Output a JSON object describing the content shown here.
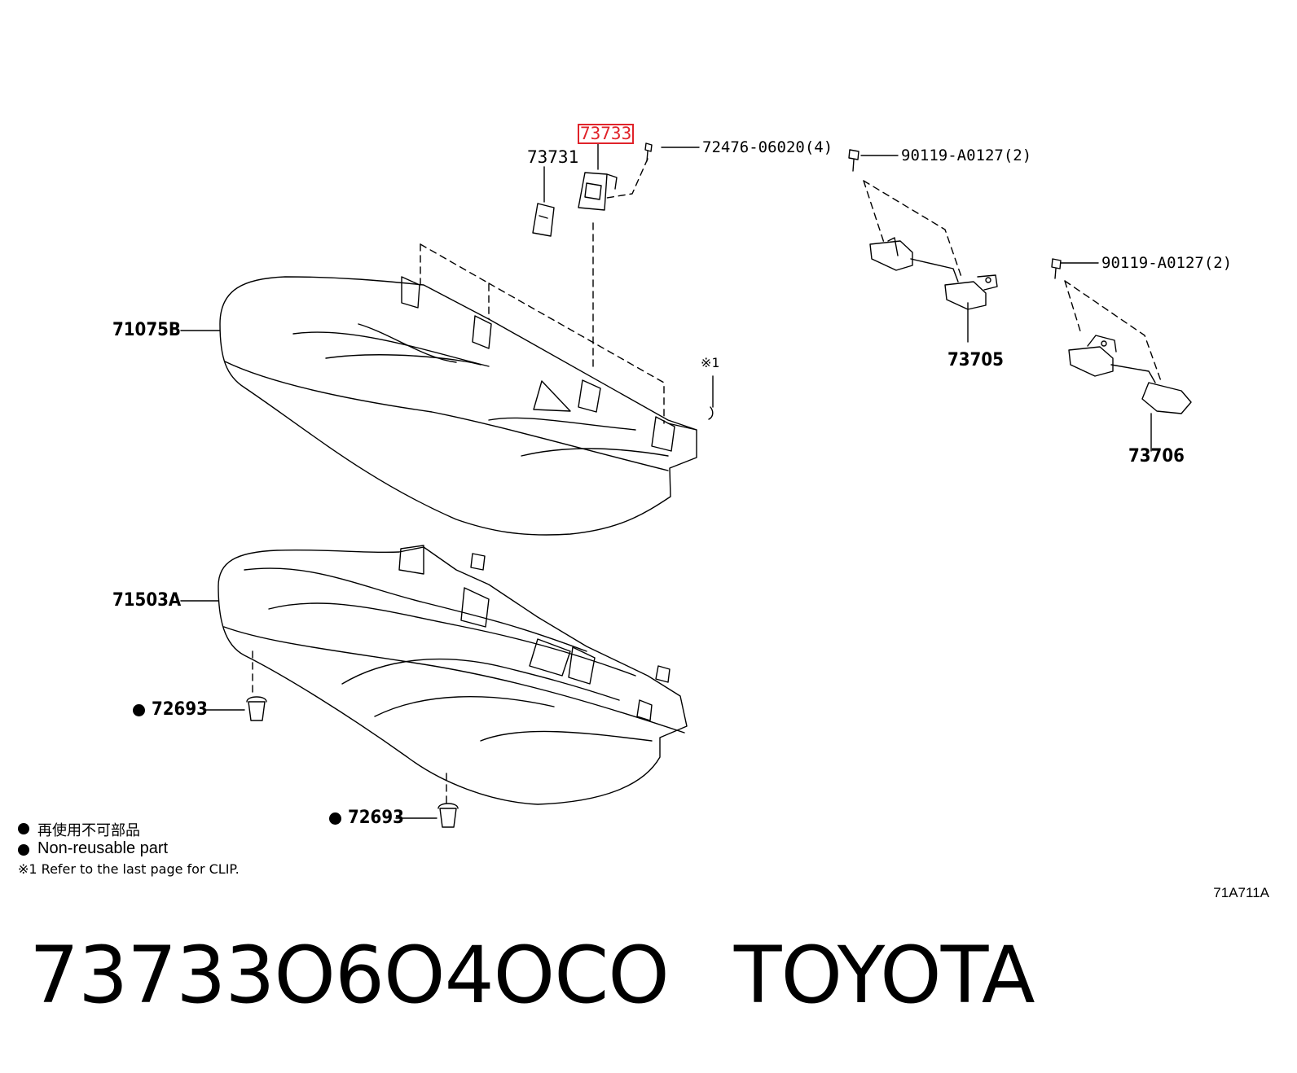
{
  "labels": {
    "part_73733": "73733",
    "part_73731": "73731",
    "bolt_72476": "72476-06020(4)",
    "bolt_90119_a": "90119-A0127(2)",
    "bolt_90119_b": "90119-A0127(2)",
    "part_71075B": "71075B",
    "part_71503A": "71503A",
    "part_73705": "73705",
    "part_73706": "73706",
    "clip_ref": "※1",
    "clip_72693_a": "72693",
    "clip_72693_b": "72693"
  },
  "legend": {
    "non_reusable_jp": "再使用不可部品",
    "non_reusable_en": "Non-reusable part",
    "clip_note": "※1  Refer to the last page for CLIP."
  },
  "diagram_code": "71A711A",
  "title": {
    "part_number": "73733O6O4OCO",
    "brand": "TOYOTA"
  },
  "colors": {
    "highlight": "#e0232a",
    "ink": "#000000"
  }
}
